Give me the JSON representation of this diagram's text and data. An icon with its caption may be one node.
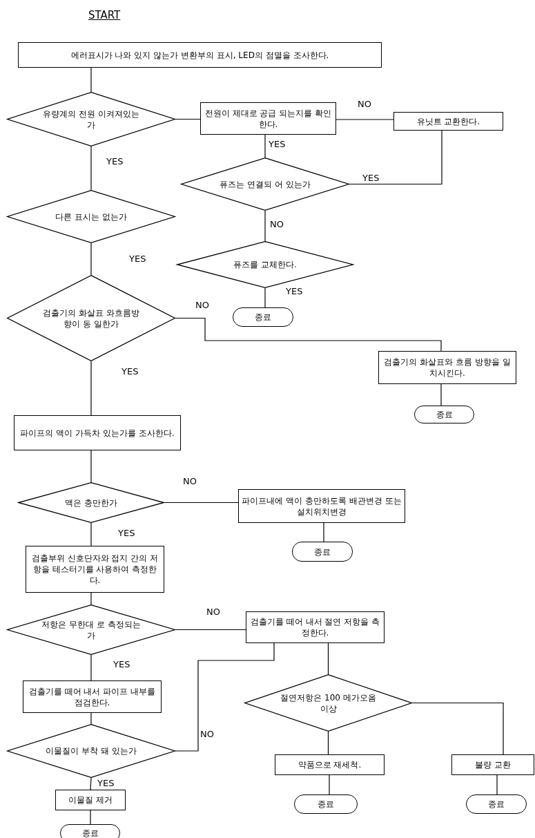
{
  "diagram": {
    "title": "START",
    "nodes": [
      {
        "text": [
          "에러표시가 나와 있지 않는가 변환부의 표시, LED의 점멸을 조사한다."
        ]
      },
      {
        "text": [
          "유량계의 전원 이켜져있는가"
        ]
      },
      {
        "text": [
          "전원이 제대로 공급 되는지를 확인한다."
        ]
      },
      {
        "text": [
          "유닛트 교환한다."
        ]
      },
      {
        "text": [
          "퓨즈는 연결되 어 있는가"
        ]
      },
      {
        "text": [
          "다른 표시는 없는가"
        ]
      },
      {
        "text": [
          "퓨즈를 교체한다."
        ]
      },
      {
        "text": [
          "종료"
        ]
      },
      {
        "text": [
          "검출기의 화살표 와흐름방향이 동 일한가"
        ]
      },
      {
        "text": [
          "검출기의 화살표와 흐름 방향을 일치시킨다."
        ]
      },
      {
        "text": [
          "종료"
        ]
      },
      {
        "text": [
          "파이프의 액이 가득차 있는가를 조사한다."
        ]
      },
      {
        "text": [
          "액은 충만한가"
        ]
      },
      {
        "text": [
          "파이프내에 액이 충만하도록 배관변경 또는 설치위치변경"
        ]
      },
      {
        "text": [
          "종료"
        ]
      },
      {
        "text": [
          "검출부위 신호단자와 접지 간의 저항을 테스터기를 사용하여 측정한다."
        ]
      },
      {
        "text": [
          "저항은 무한대 로 측정되는가"
        ]
      },
      {
        "text": [
          "검출기를 떼어 내서 절연 저항을 측정한다."
        ]
      },
      {
        "text": [
          "검출기를 떼어 내서 파이프 내부를 점검한다."
        ]
      },
      {
        "text": [
          "절연저항은 100 메가오옴 이상"
        ]
      },
      {
        "text": [
          "이물질이 부착 돼 있는가"
        ]
      },
      {
        "text": [
          "약품으로 재세척."
        ]
      },
      {
        "text": [
          "불량 교환"
        ]
      },
      {
        "text": [
          "이물질 제거"
        ]
      },
      {
        "text": [
          "종료"
        ]
      },
      {
        "text": [
          "종료"
        ]
      },
      {
        "text": [
          "종료"
        ]
      }
    ],
    "edges": [
      {
        "from": 0,
        "to": 1,
        "arrow": "none"
      },
      {
        "from": 1,
        "to": 2,
        "arrow": "none"
      },
      {
        "from": 2,
        "to": 3,
        "arrow": "none",
        "label": "NO"
      },
      {
        "from": 2,
        "to": 4,
        "arrow": "none",
        "label": "YES"
      },
      {
        "from": 4,
        "to": 3,
        "arrow": "none",
        "label": "YES"
      },
      {
        "from": 4,
        "to": 6,
        "arrow": "none",
        "label": "NO"
      },
      {
        "from": 6,
        "to": 7,
        "arrow": "none",
        "label": "YES"
      },
      {
        "from": 1,
        "to": 5,
        "arrow": "none",
        "label": "YES"
      },
      {
        "from": 5,
        "to": 8,
        "arrow": "none",
        "label": "YES"
      },
      {
        "from": 8,
        "to": 9,
        "arrow": "none",
        "label": "NO"
      },
      {
        "from": 9,
        "to": 10,
        "arrow": "none"
      },
      {
        "from": 8,
        "to": 11,
        "arrow": "none",
        "label": "YES"
      },
      {
        "from": 11,
        "to": 12,
        "arrow": "none"
      },
      {
        "from": 12,
        "to": 13,
        "arrow": "none",
        "label": "NO"
      },
      {
        "from": 13,
        "to": 14,
        "arrow": "none"
      },
      {
        "from": 12,
        "to": 15,
        "arrow": "none",
        "label": "YES"
      },
      {
        "from": 15,
        "to": 16,
        "arrow": "none"
      },
      {
        "from": 16,
        "to": 17,
        "arrow": "none",
        "label": "NO"
      },
      {
        "from": 16,
        "to": 18,
        "arrow": "none",
        "label": "YES"
      },
      {
        "from": 17,
        "to": 19,
        "arrow": "none"
      },
      {
        "from": 18,
        "to": 20,
        "arrow": "none"
      },
      {
        "from": 20,
        "to": 17,
        "arrow": "none",
        "label": "NO"
      },
      {
        "from": 19,
        "to": 21,
        "arrow": "none"
      },
      {
        "from": 19,
        "to": 22,
        "arrow": "none"
      },
      {
        "from": 20,
        "to": 23,
        "arrow": "none",
        "label": "YES"
      },
      {
        "from": 21,
        "to": 24,
        "arrow": "none"
      },
      {
        "from": 22,
        "to": 25,
        "arrow": "none"
      },
      {
        "from": 23,
        "to": 26,
        "arrow": "none"
      }
    ]
  }
}
